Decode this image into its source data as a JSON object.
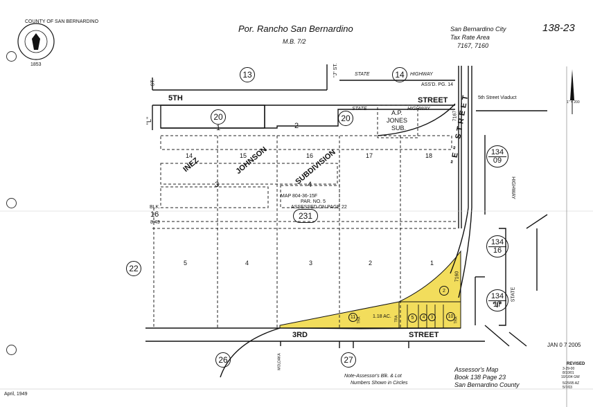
{
  "seal": {
    "ring_text": "COUNTY OF SAN BERNARDINO",
    "year": "1853"
  },
  "header": {
    "title": "Por. Rancho  San Bernardino",
    "subtitle": "M.B. 7/2",
    "city": "San Bernardino  City",
    "tax_rate_area_label": "Tax Rate  Area",
    "tax_rate_area_values": "7167, 7160",
    "page_number": "138-23"
  },
  "streets": {
    "fifth": "5TH",
    "street_top": "STREET",
    "third": "3RD",
    "street_bottom": "STREET",
    "st_left": "ST.",
    "l_letter": "\"L\"",
    "j_st": "\"J\" ST.",
    "state_highway_top": "STATE",
    "highway_top": "HIGHWAY",
    "state_highway_mid": "STATE",
    "highway_mid": "HIGHWAY",
    "e_street": "\"E\"  STREET",
    "i_street": "\"I\"",
    "highway_right": "HIGHWAY",
    "state_right": "STATE",
    "viaduct": "5th  Street  Viaduct",
    "assd_pg": "ASS'D. PG. 14",
    "tra_7167": "7167",
    "tra_7160": "7160",
    "small_street_label": "MOLDAKA"
  },
  "subdivision": {
    "name_words": [
      "INEZ",
      "JOHNSON",
      "SUBDIVISION"
    ],
    "block_label": "BLK.",
    "block_number": "16",
    "block_sub": "8.43",
    "ap_jones": [
      "A.P.",
      "JONES",
      "SUB."
    ],
    "map_ref": "MAP  804-36-15F",
    "par_ref": "PAR.  NO.  5",
    "assessed_on": "ASSESSED  ON  PAGE  22",
    "acreage": "1.18 AC."
  },
  "parcel_circles": {
    "p13": "13",
    "p14": "14",
    "p20a": "20",
    "p20b": "20",
    "p231": "231",
    "p22": "22",
    "p26": "26",
    "p27": "27"
  },
  "book_refs": [
    {
      "top": "134",
      "bottom": "09"
    },
    {
      "top": "134",
      "bottom": "16"
    },
    {
      "top": "134",
      "bottom": "17"
    }
  ],
  "lots": {
    "upper_row": [
      "14",
      "15",
      "16",
      "17",
      "18"
    ],
    "mid_blocks": [
      "3",
      "4"
    ],
    "lower_row": [
      "5",
      "4",
      "3",
      "2",
      "1"
    ],
    "top_blocks": [
      "1",
      "2"
    ],
    "small_parcels": [
      "11",
      "5",
      "4",
      "3",
      "10",
      "2"
    ],
    "tra_marks": [
      "TRA",
      "TRA",
      "TRA"
    ]
  },
  "footer": {
    "note_line1": "Note-Assessor's  Blk. & Lot",
    "note_line2": "Numbers  Shown  in  Circles",
    "assessor_map": "Assessor's  Map",
    "book_page": "Book 138   Page  23",
    "county": "San Bernardino  County",
    "date_left": "April, 1949",
    "stamp": "JAN 0 7 2005",
    "revised_label": "REVISED",
    "revised_dates": [
      "3-29-00",
      "8/10/01",
      "10/1/04 GW",
      "5/25/95 AZ",
      "5/7/03"
    ],
    "north_note": "1\" = 200"
  },
  "colors": {
    "parcel_highlight": "#f2dd5c",
    "ink": "#111111"
  }
}
